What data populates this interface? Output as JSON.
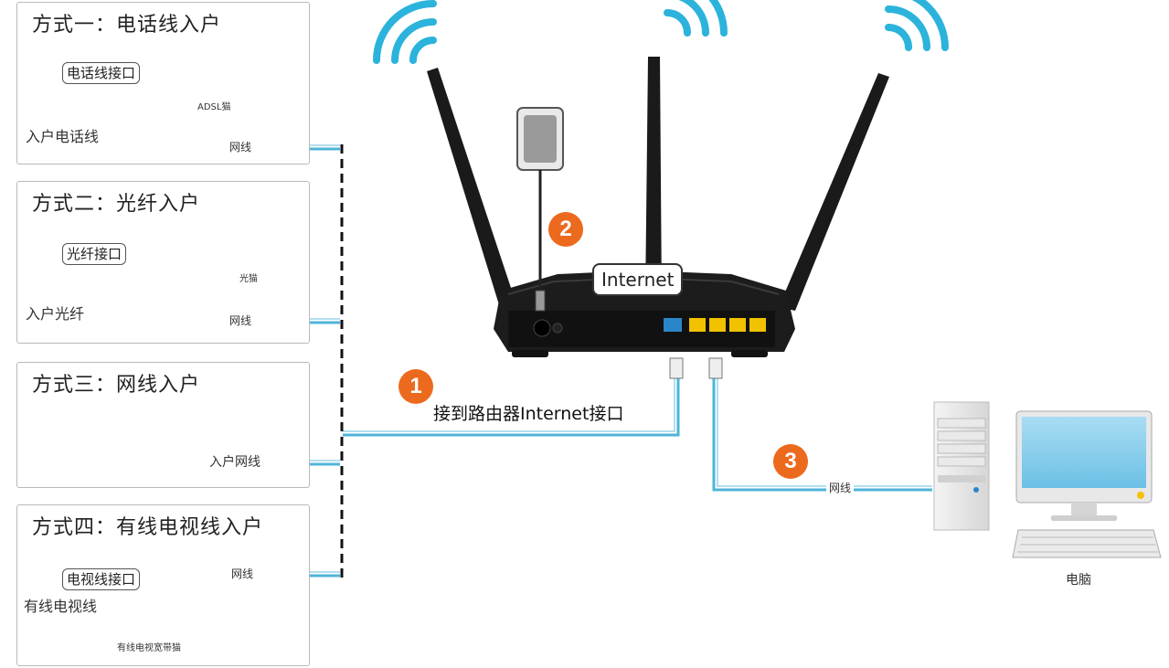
{
  "methods": [
    {
      "title": "方式一：电话线入户",
      "port_label": "电话线接口",
      "device_label": "ADSL猫",
      "input_label": "入户电话线",
      "cable_label": "网线"
    },
    {
      "title": "方式二：光纤入户",
      "port_label": "光纤接口",
      "device_label": "光猫",
      "input_label": "入户光纤",
      "cable_label": "网线"
    },
    {
      "title": "方式三：网线入户",
      "cable_label": "入户网线"
    },
    {
      "title": "方式四：有线电视线入户",
      "port_label": "电视线接口",
      "device_label": "有线电视宽带猫",
      "input_label": "有线电视线",
      "cable_label": "网线"
    }
  ],
  "steps": [
    {
      "number": "1",
      "label": "接到路由器Internet接口"
    },
    {
      "number": "2"
    },
    {
      "number": "3",
      "cable_label": "网线"
    }
  ],
  "router": {
    "internet_bubble": "Internet"
  },
  "computer": {
    "label": "电脑"
  },
  "colors": {
    "accent": "#ec6a1e",
    "cable": "#4fb4d8",
    "wifi": "#2bb3dc",
    "router_body": "#1a1a1a",
    "lan_port": "#f2c200",
    "wan_port": "#2a86c8"
  }
}
